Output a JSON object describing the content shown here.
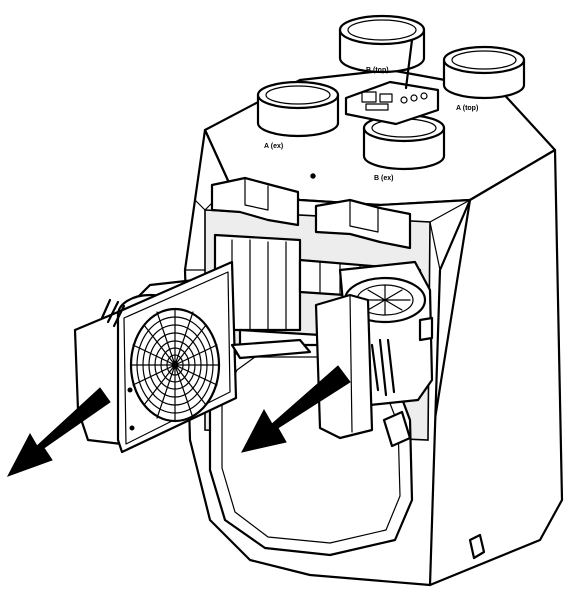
{
  "labels": {
    "port_top": "B (top)",
    "port_right": "A (top)",
    "port_left": "A (ex)",
    "port_front": "B (ex)"
  },
  "colors": {
    "line": "#000000",
    "fill": "#ffffff",
    "shade": "#ededed",
    "arrow": "#000000"
  },
  "icons": {
    "left_arrow": "pull-out-arrow-icon",
    "right_arrow": "pull-out-arrow-icon"
  }
}
